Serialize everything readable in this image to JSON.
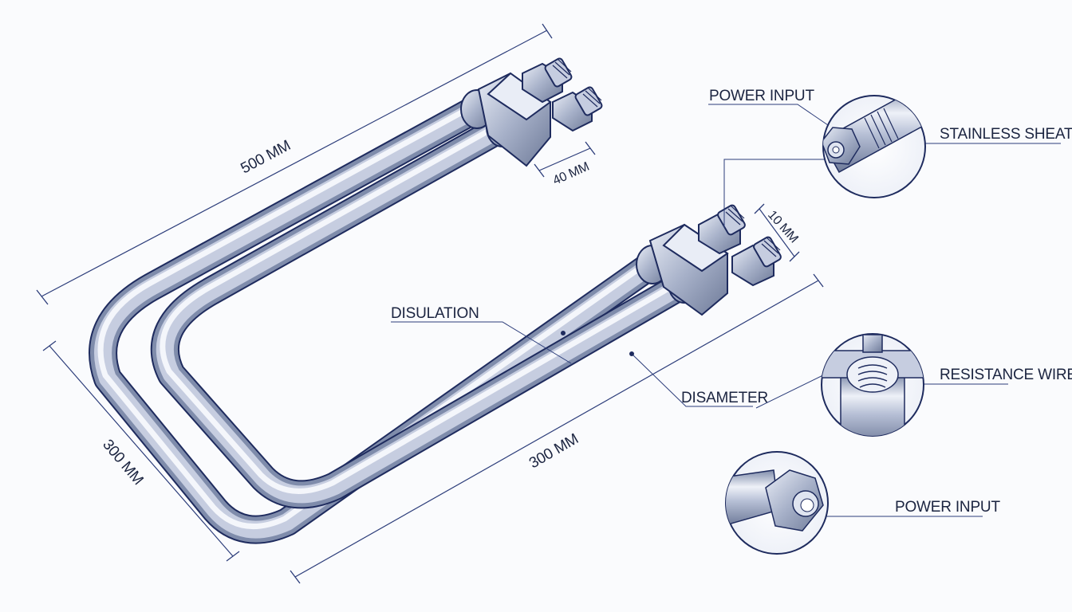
{
  "dimensions": {
    "overall_length": "500 MM",
    "terminal_spacing": "40 MM",
    "thread_length": "10 MM",
    "width": "300 MM",
    "straight_length": "300 MM"
  },
  "callouts": {
    "power_input_top": "POWER INPUT",
    "stainless_sheath": "STAINLESS SHEATH",
    "insulation": "DISULATION",
    "diameter": "DISAMETER",
    "resistance_wire": "RESISTANCE WIRE",
    "power_input_bottom": "POWER INPUT"
  },
  "colors": {
    "tube": "#b9c2d6",
    "outline": "#1e2b5e",
    "dimension_line": "#2c3d7a",
    "label_text": "#1b2440",
    "background": "#fafbfd"
  }
}
